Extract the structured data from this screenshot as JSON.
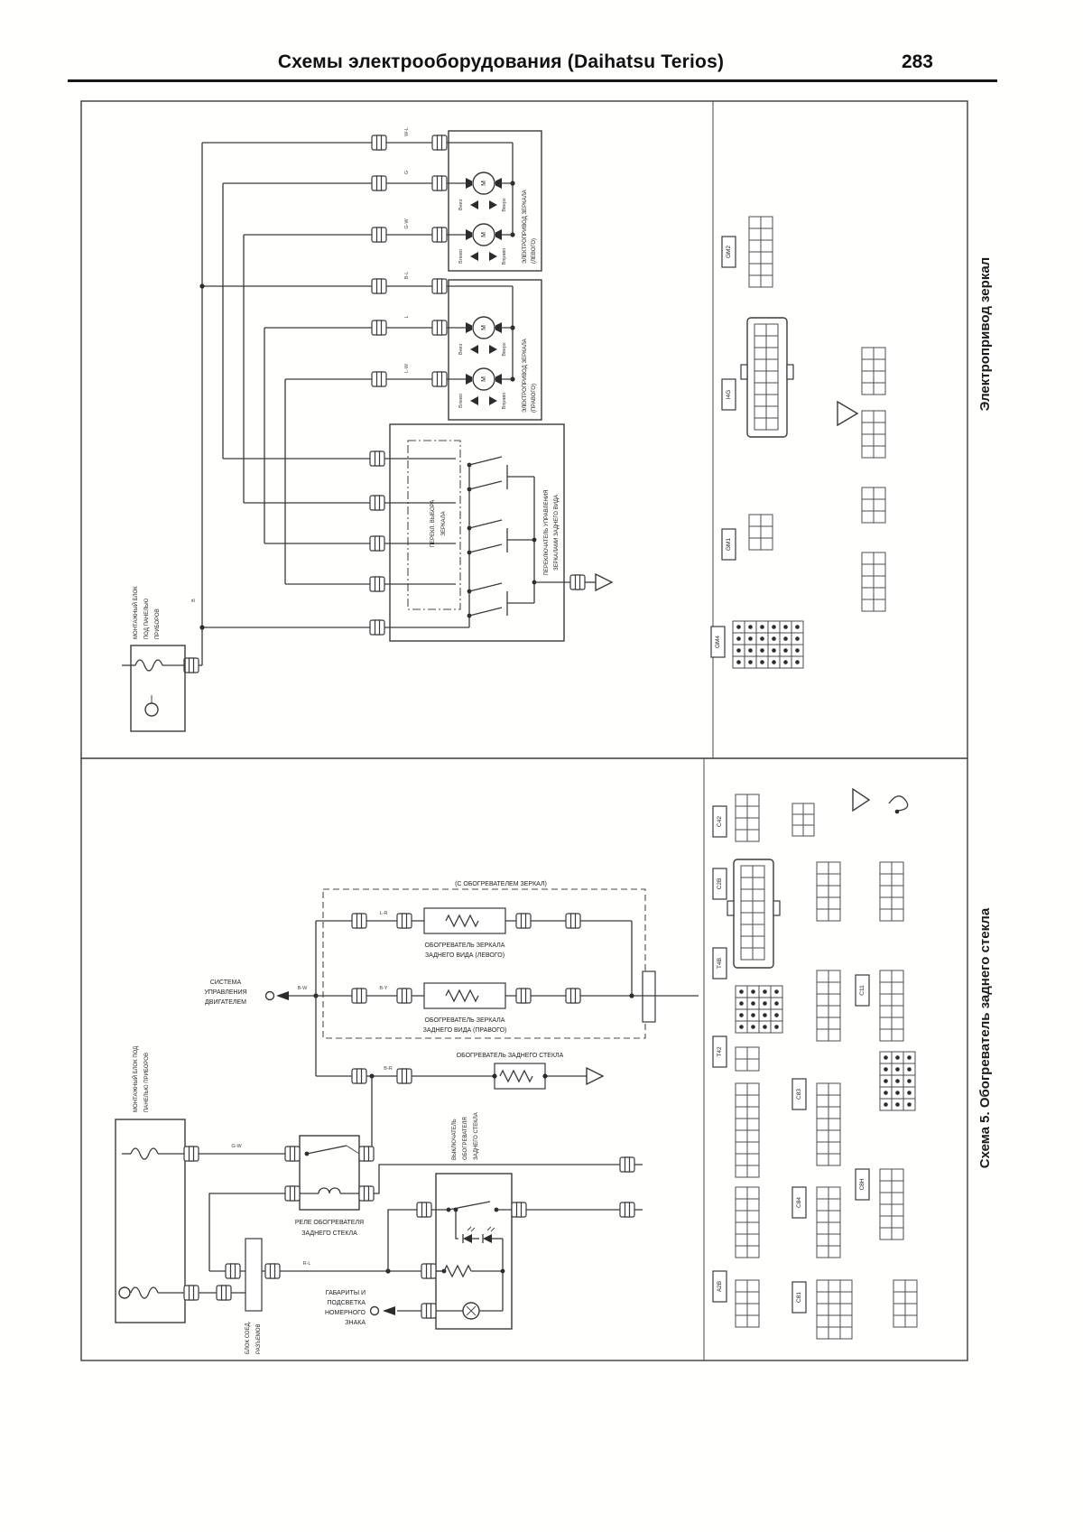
{
  "header": {
    "title": "Схемы электрооборудования (Daihatsu Terios)",
    "page_number": "283"
  },
  "colors": {
    "paper": "#ffffff",
    "ink": "#2c2c2c"
  },
  "top": {
    "caption": "Электропривод зеркал",
    "mounting_block": [
      "МОНТАЖНЫЙ БЛОК",
      "ПОД ПАНЕЛЬЮ",
      "ПРИБОРОВ"
    ],
    "mirror_left": [
      "ЭЛЕКТРОПРИВОД ЗЕРКАЛА",
      "(ЛЕВОГО)"
    ],
    "mirror_right": [
      "ЭЛЕКТРОПРИВОД ЗЕРКАЛА",
      "(ПРАВОГО)"
    ],
    "control_switch": [
      "ПЕРЕКЛЮЧАТЕЛЬ УПРАВЛЕНИЯ",
      "ЗЕРКАЛАМИ ЗАДНЕГО ВИДА"
    ],
    "select_switch": [
      "ПЕРЕКЛ. ВЫБОРА",
      "ЗЕРКАЛА"
    ],
    "motor": "М",
    "dirs": {
      "down": "Вниз",
      "up": "Вверх",
      "left": "Влево",
      "right": "Вправо"
    },
    "wire_codes": [
      "W-L",
      "G",
      "G-W",
      "B-L",
      "L",
      "L-W"
    ],
    "feed_code": "B",
    "tags": [
      "GM2",
      "I4G",
      "GM1",
      "GM4"
    ]
  },
  "bottom": {
    "caption": "Схема 5. Обогреватель заднего стекла",
    "engine_control": [
      "СИСТЕМА",
      "УПРАВЛЕНИЯ",
      "ДВИГАТЕЛЕМ"
    ],
    "heater_note": "(С ОБОГРЕВАТЕЛЕМ ЗЕРКАЛ)",
    "heater_left": [
      "ОБОГРЕВАТЕЛЬ ЗЕРКАЛА",
      "ЗАДНЕГО ВИДА (ЛЕВОГО)"
    ],
    "heater_right": [
      "ОБОГРЕВАТЕЛЬ ЗЕРКАЛА",
      "ЗАДНЕГО ВИДА (ПРАВОГО)"
    ],
    "defogger_label": "ОБОГРЕВАТЕЛЬ ЗАДНЕГО СТЕКЛА",
    "mounting_block": [
      "МОНТАЖНЫЙ БЛОК ПОД",
      "ПАНЕЛЬЮ ПРИБОРОВ"
    ],
    "relay": [
      "РЕЛЕ ОБОГРЕВАТЕЛЯ",
      "ЗАДНЕГО СТЕКЛА"
    ],
    "switch_label": [
      "ВЫКЛЮЧАТЕЛЬ",
      "ОБОГРЕВАТЕЛЯ",
      "ЗАДНЕГО СТЕКЛА"
    ],
    "junction_block": [
      "БЛОК СОЕД.",
      "РАЗЪЕМОВ"
    ],
    "plate_lights": [
      "ГАБАРИТЫ И",
      "ПОДСВЕТКА",
      "НОМЕРНОГО",
      "ЗНАКА"
    ],
    "wire_codes": [
      "L-R",
      "B-Y",
      "B-W",
      "B-R",
      "G-W",
      "R-L"
    ],
    "tags": [
      "C42",
      "C2B",
      "T4B",
      "T42",
      "C11",
      "C83",
      "C84",
      "C8H",
      "A2B",
      "C81"
    ]
  }
}
